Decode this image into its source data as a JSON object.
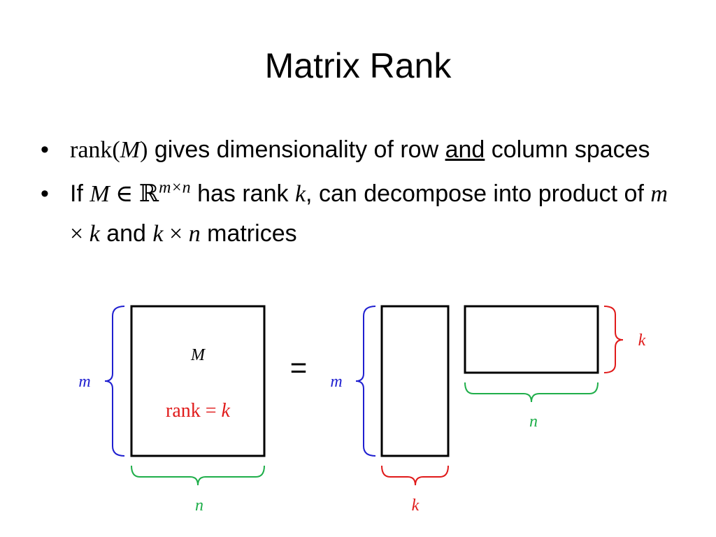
{
  "slide": {
    "title": "Matrix Rank"
  },
  "bullets": [
    {
      "symbol": "•",
      "rank_fn": "rank",
      "open_paren": "(",
      "var": "M",
      "close_paren": ")",
      "text1": " gives dimensionality of row ",
      "underlined": "and",
      "text2": " column spaces"
    },
    {
      "symbol": "•",
      "if_word": "If ",
      "var_m_matrix": "M",
      "member_of": " ∈ ",
      "reals": "ℝ",
      "superscript": "m×n",
      "text_has_rank": " has rank ",
      "var_k": "k",
      "text_decompose": ", can decompose into product of ",
      "dims1_m": "m",
      "times1": " × ",
      "dims1_k": "k",
      "text_and": " and ",
      "dims2_k": "k",
      "times2": " × ",
      "dims2_n": "n",
      "text_matrices": " matrices"
    }
  ],
  "diagram": {
    "matrix_label": "M",
    "rank_label": "rank = ",
    "rank_var": "k",
    "equals": "=",
    "left_m": "m",
    "left_n": "n",
    "tall_m": "m",
    "tall_k": "k",
    "wide_k": "k",
    "wide_n": "n",
    "colors": {
      "m_brace": "#1f1fd0",
      "n_brace": "#1fae4a",
      "k_brace": "#e01a1a",
      "rank_text": "#e01a1a",
      "matrix_stroke": "#000000"
    }
  }
}
